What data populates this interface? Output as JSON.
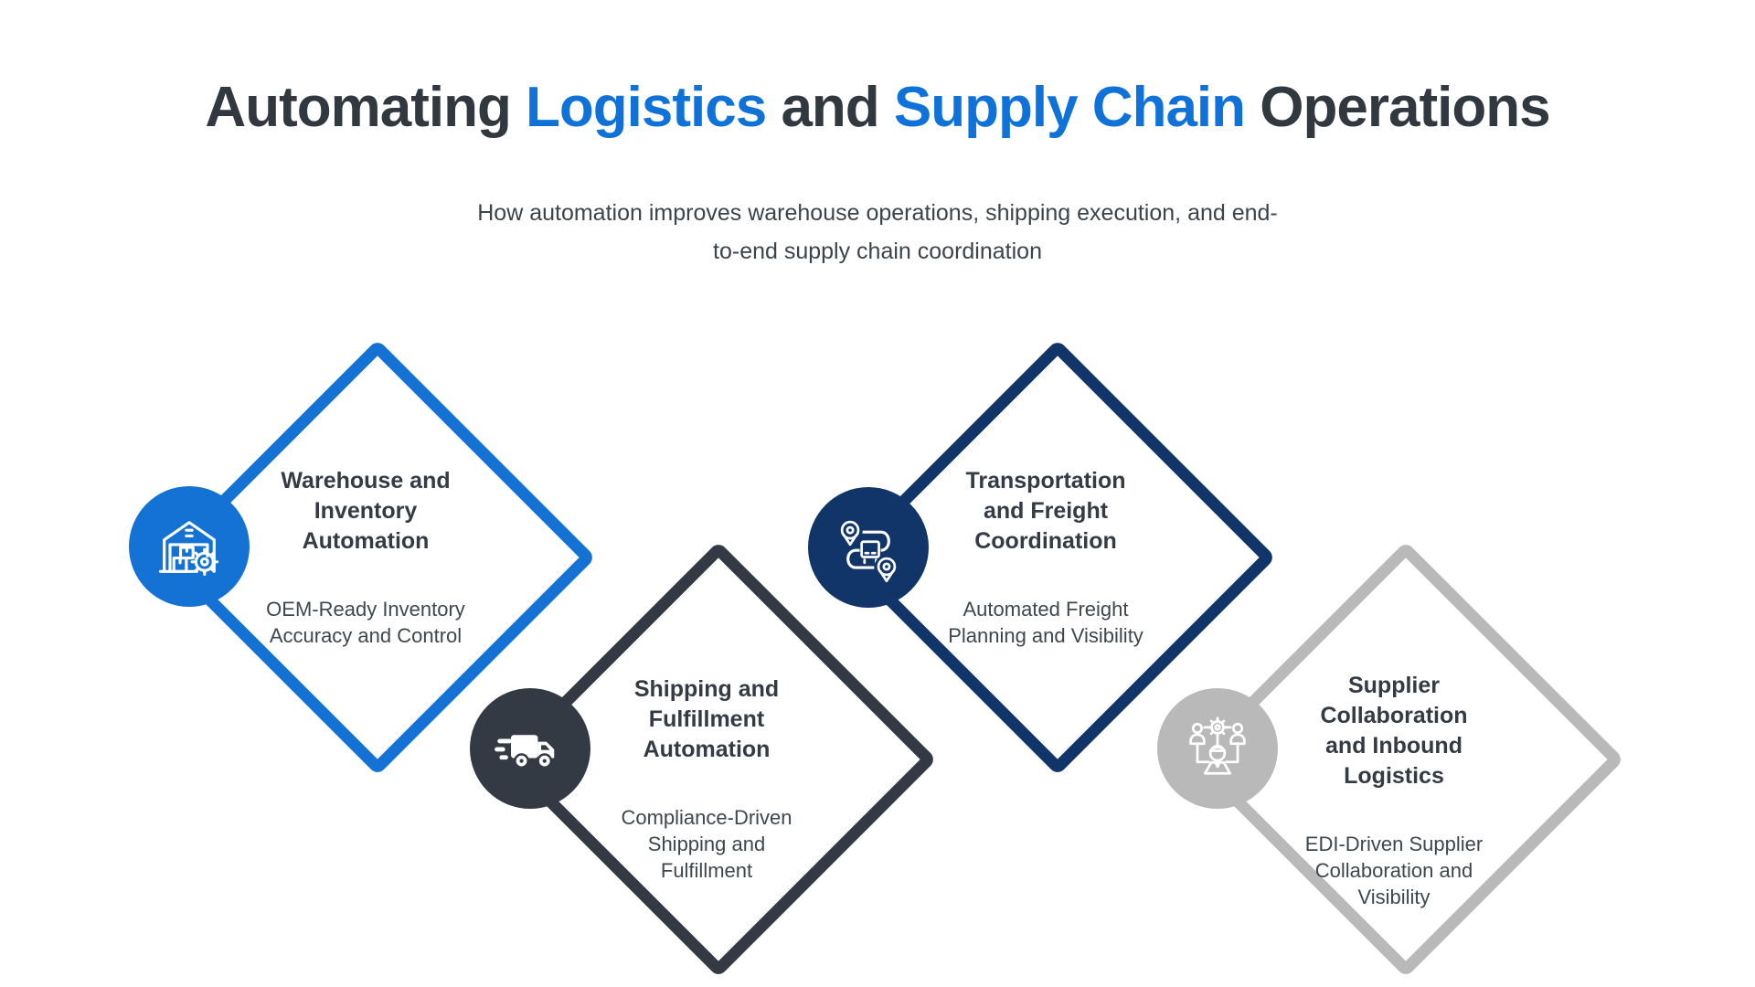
{
  "header": {
    "title_segments": [
      {
        "text": "Automating ",
        "color": "#32383f"
      },
      {
        "text": "Logistics",
        "color": "#0f72d8"
      },
      {
        "text": " and ",
        "color": "#32383f"
      },
      {
        "text": "Supply Chain",
        "color": "#0f72d8"
      },
      {
        "text": " Operations",
        "color": "#32383f"
      }
    ],
    "subtitle": "How automation improves warehouse operations, shipping execution, and end-\nto-end supply chain coordination",
    "subtitle_color": "#3c434b"
  },
  "cards": [
    {
      "title": "Warehouse and\nInventory\nAutomation",
      "subtitle": "OEM-Ready Inventory\nAccuracy and Control",
      "accent": "#1372d4",
      "icon": "warehouse-icon"
    },
    {
      "title": "Shipping and\nFulfillment\nAutomation",
      "subtitle": "Compliance-Driven\nShipping and\nFulfillment",
      "accent": "#343a43",
      "icon": "delivery-truck-icon"
    },
    {
      "title": "Transportation\nand Freight\nCoordination",
      "subtitle": "Automated Freight\nPlanning and Visibility",
      "accent": "#123569",
      "icon": "freight-route-icon"
    },
    {
      "title": "Supplier\nCollaboration\nand Inbound\nLogistics",
      "subtitle": "EDI-Driven Supplier\nCollaboration and\nVisibility",
      "accent": "#b9b9b9",
      "icon": "supplier-collaboration-icon"
    }
  ],
  "text_colors": {
    "card_title": "#343b45",
    "card_subtitle": "#3f464e"
  }
}
